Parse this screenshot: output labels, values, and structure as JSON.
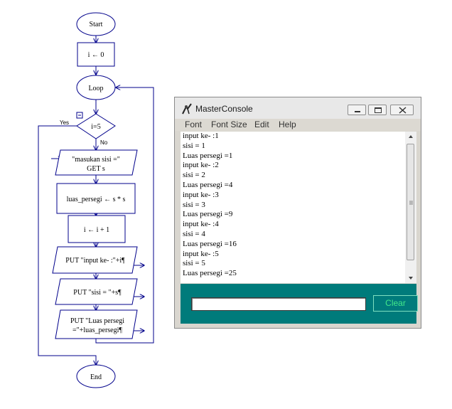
{
  "flowchart": {
    "start_label": "Start",
    "init_label": "i ← 0",
    "loop_label": "Loop",
    "yes_label": "Yes",
    "decision_label": "i=5",
    "no_label": "No",
    "input_line1": "\"masukan sisi =\"",
    "input_line2": "GET s",
    "calc_label": "luas_persegi ← s * s",
    "incr_label": "i ← i + 1",
    "put1_label": "PUT \"input ke- :\"+i¶",
    "put2_label": "PUT \"sisi = \"+s¶",
    "put3_line1": "PUT \"Luas persegi",
    "put3_line2": "=\"+luas_persegi¶",
    "end_label": "End"
  },
  "console": {
    "title": "MasterConsole",
    "menu": [
      "Font",
      "Font Size",
      "Edit",
      "Help"
    ],
    "output_lines": [
      "input ke- :1",
      "sisi = 1",
      "Luas persegi =1",
      "input ke- :2",
      "sisi = 2",
      "Luas persegi =4",
      "input ke- :3",
      "sisi = 3",
      "Luas persegi =9",
      "input ke- :4",
      "sisi = 4",
      "Luas persegi =16",
      "input ke- :5",
      "sisi = 5",
      "Luas persegi =25"
    ],
    "input_value": "",
    "clear_label": "Clear"
  },
  "colors": {
    "flow_line": "#00008b",
    "panel_teal": "#007b7b",
    "clear_text": "#42e88a"
  }
}
